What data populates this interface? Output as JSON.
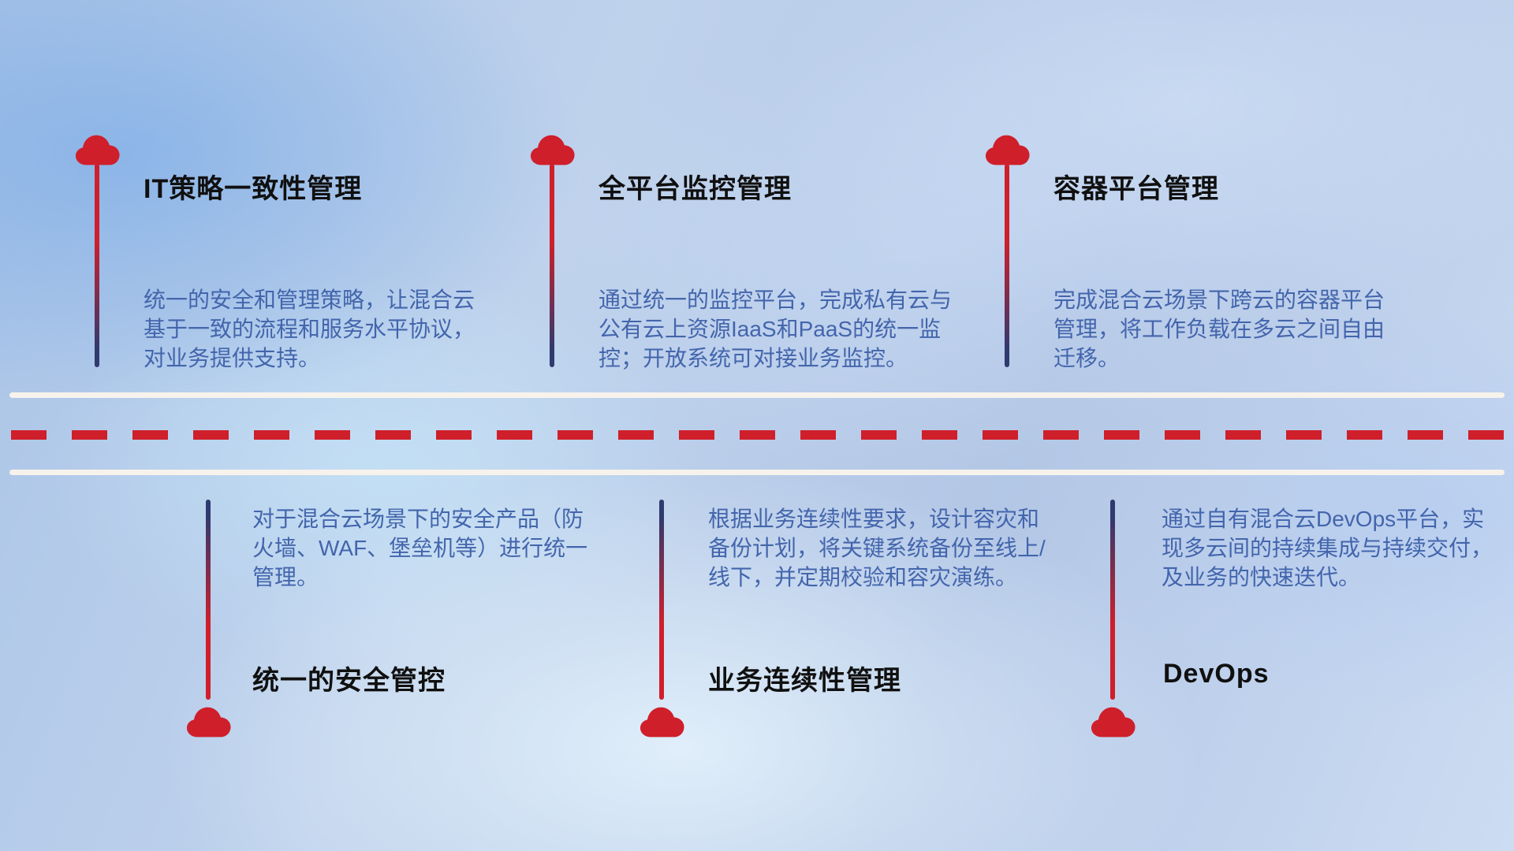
{
  "colors": {
    "accent_red": "#cf1f2b",
    "stem_navy": "#2f3a6e",
    "title_color": "#101010",
    "desc_color": "#4365ac",
    "road_line": "#f7f3ec"
  },
  "top_items": [
    {
      "icon": "cloud-icon",
      "title": "IT策略一致性管理",
      "description": "统一的安全和管理策略，让混合云基于一致的流程和服务水平协议，对业务提供支持。"
    },
    {
      "icon": "cloud-icon",
      "title": "全平台监控管理",
      "description": "通过统一的监控平台，完成私有云与公有云上资源IaaS和PaaS的统一监控；开放系统可对接业务监控。"
    },
    {
      "icon": "cloud-icon",
      "title": "容器平台管理",
      "description": "完成混合云场景下跨云的容器平台管理，将工作负载在多云之间自由迁移。"
    }
  ],
  "bottom_items": [
    {
      "icon": "cloud-icon",
      "title": "统一的安全管控",
      "description": "对于混合云场景下的安全产品（防火墙、WAF、堡垒机等）进行统一管理。"
    },
    {
      "icon": "cloud-icon",
      "title": "业务连续性管理",
      "description": "根据业务连续性要求，设计容灾和备份计划，将关键系统备份至线上/线下，并定期校验和容灾演练。"
    },
    {
      "icon": "cloud-icon",
      "title": "DevOps",
      "description": "通过自有混合云DevOps平台，实现多云间的持续集成与持续交付，及业务的快速迭代。"
    }
  ]
}
